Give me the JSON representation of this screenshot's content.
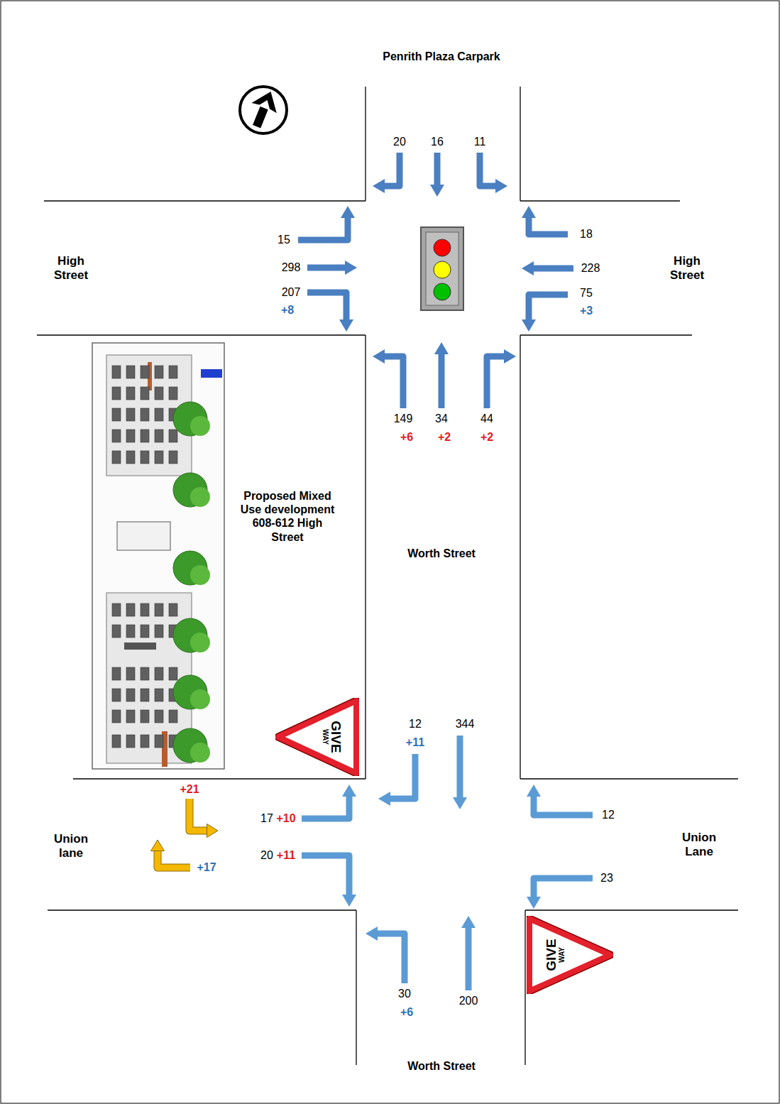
{
  "diagram": {
    "nodes": [
      {
        "text": [
          "GIVE",
          "WAY"
        ]
      },
      {
        "text": [
          "GIVE",
          "WAY"
        ]
      }
    ],
    "labels": [
      "Penrith Plaza Carpark",
      "20",
      "16",
      "11",
      "15",
      "18",
      "High Street",
      "298",
      "228",
      "High Street",
      "207",
      "+8",
      "75",
      "+3",
      "149",
      "34",
      "44",
      "+6",
      "+2",
      "+2",
      "Proposed Mixed Use development 608-612 High Street",
      "Worth Street",
      "12",
      "+11",
      "344",
      "+21",
      "17",
      "+10",
      "12",
      "Union lane",
      "+17",
      "20",
      "+11",
      "23",
      "Union Lane",
      "30",
      "200",
      "+6",
      "Worth Street"
    ]
  }
}
